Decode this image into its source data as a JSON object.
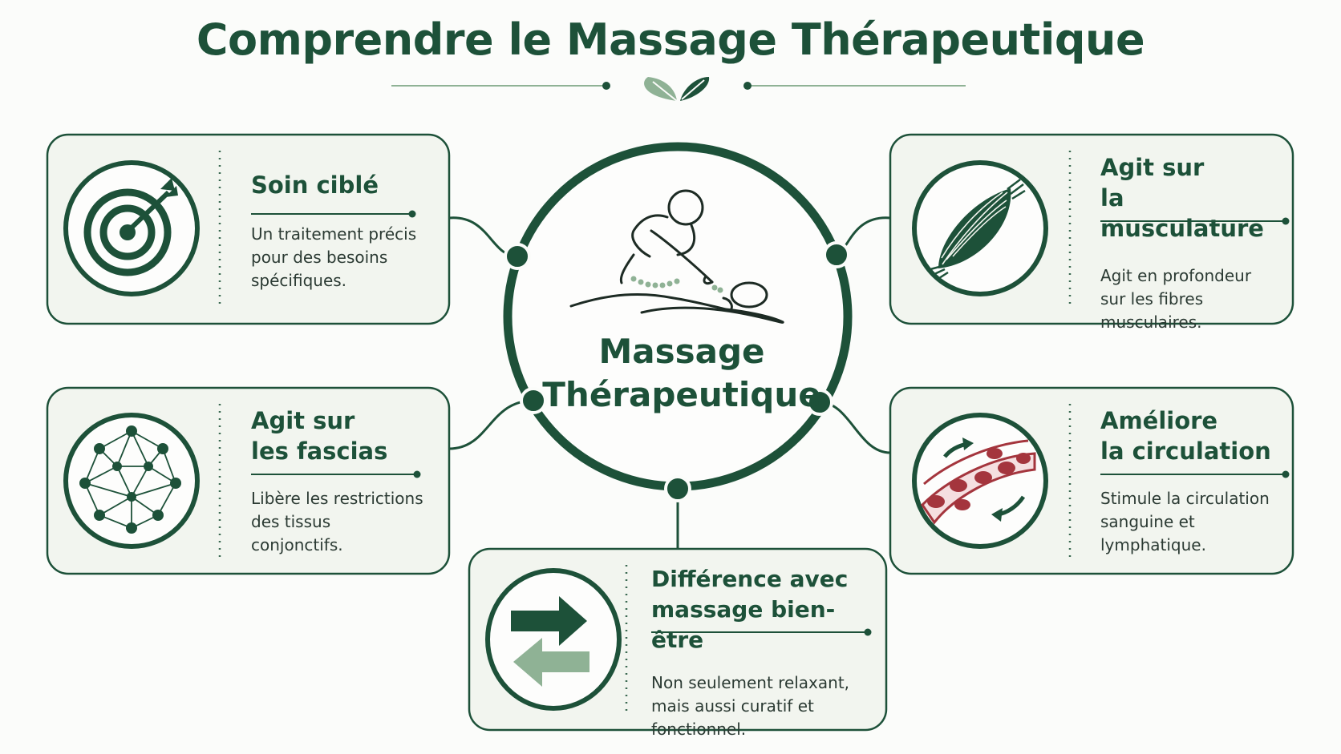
{
  "header": {
    "title": "Comprendre le Massage Thérapeutique"
  },
  "center": {
    "label": "Massage\nThérapeutique",
    "icon": "massage-therapist-icon"
  },
  "cards": [
    {
      "id": "soin-cible",
      "title": "Soin ciblé",
      "description": "Un traitement précis\npour des besoins\nspécifiques.",
      "icon": "target-icon"
    },
    {
      "id": "musculature",
      "title": "Agit sur\nla musculature",
      "description": "Agit en profondeur\nsur les fibres\nmusculaires.",
      "icon": "muscle-icon"
    },
    {
      "id": "fascias",
      "title": "Agit sur\nles fascias",
      "description": "Libère les restrictions\ndes tissus\nconjonctifs.",
      "icon": "network-icon"
    },
    {
      "id": "circulation",
      "title": "Améliore\nla circulation",
      "description": "Stimule la circulation\nsanguine et\nlymphatique.",
      "icon": "blood-circulation-icon"
    },
    {
      "id": "difference",
      "title": "Différence avec\nmassage bien-être",
      "description": "Non seulement relaxant,\nmais aussi curatif et\nfonctionnel.",
      "icon": "exchange-arrows-icon"
    }
  ],
  "colors": {
    "primary": "#1d5139",
    "accent": "#8fb295",
    "card_bg": "#f2f5ef",
    "blood": "#a4353d"
  }
}
